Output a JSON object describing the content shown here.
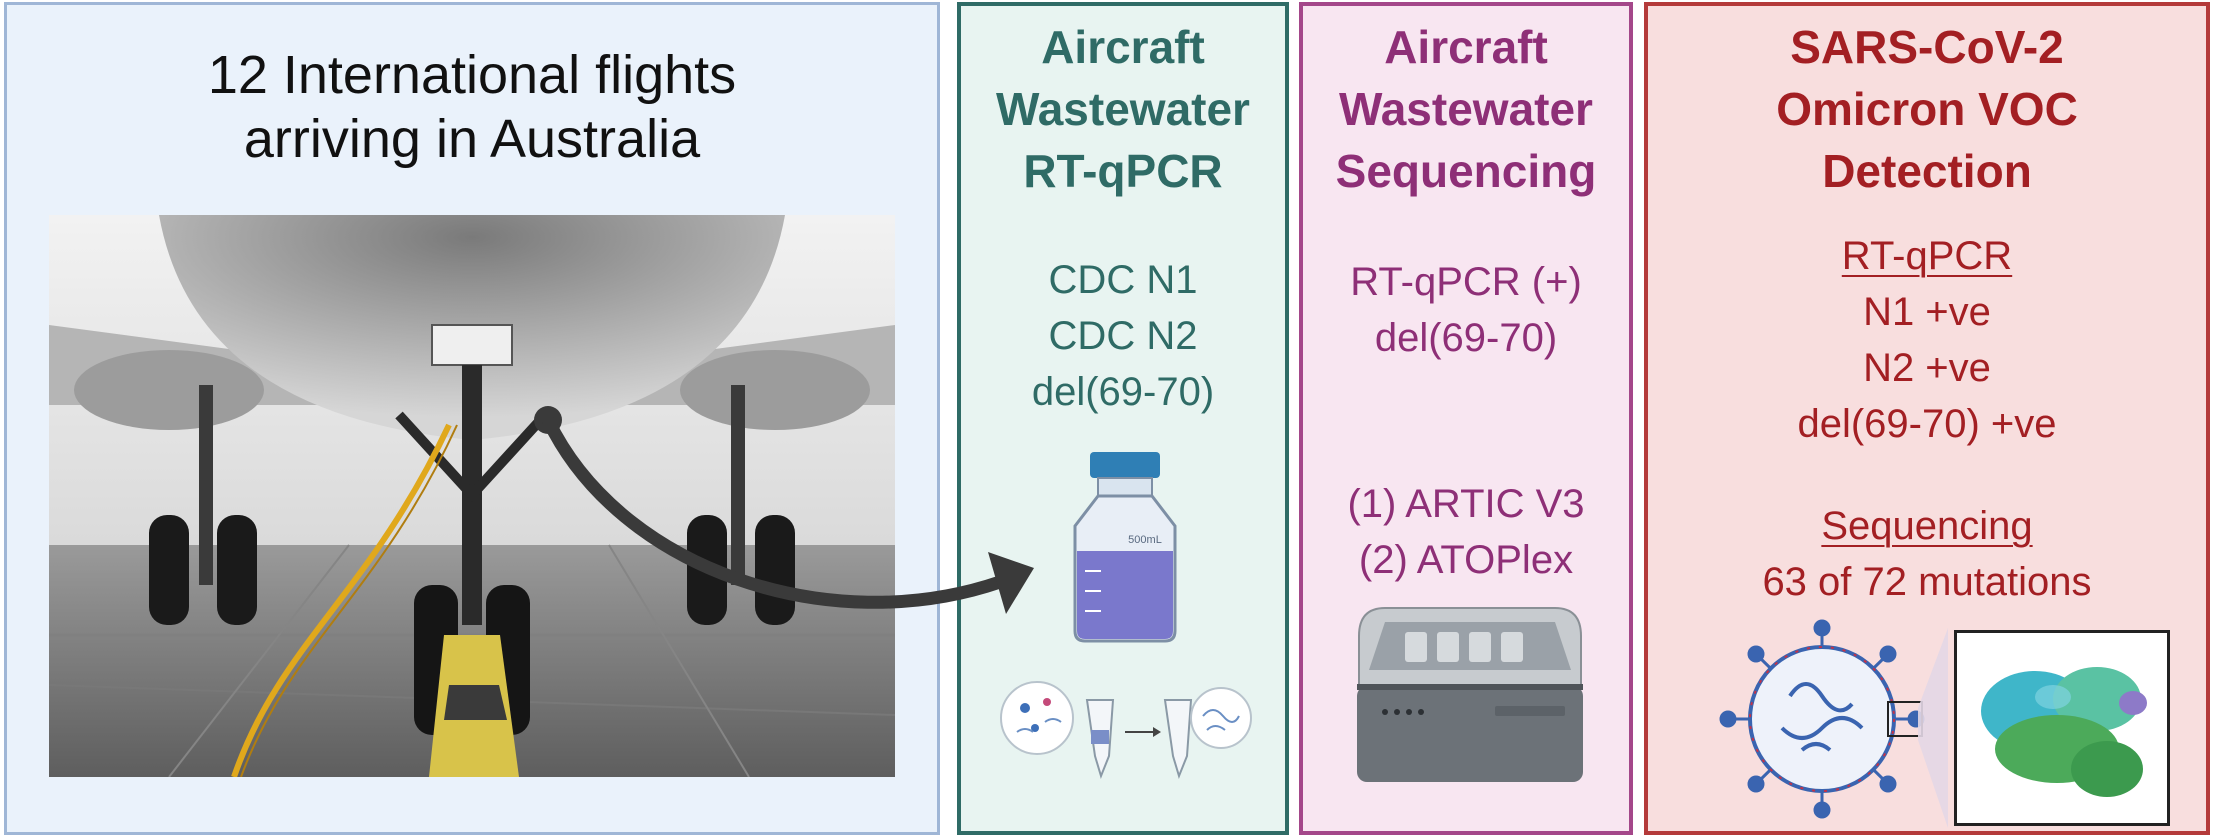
{
  "panel_flights": {
    "title_lines": [
      "12 International flights",
      "arriving in Australia"
    ]
  },
  "panel_rtqpcr": {
    "title_lines": [
      "Aircraft",
      "Wastewater",
      "RT-qPCR"
    ],
    "assays": [
      "CDC N1",
      "CDC N2",
      "del(69-70)"
    ],
    "bottle_label": "500mL"
  },
  "panel_sequencing": {
    "title_lines": [
      "Aircraft",
      "Wastewater",
      "Sequencing"
    ],
    "criteria": [
      "RT-qPCR (+)",
      "del(69-70)"
    ],
    "methods": [
      "(1) ARTIC V3",
      "(2) ATOPlex"
    ]
  },
  "panel_detection": {
    "title_lines": [
      "SARS-CoV-2",
      "Omicron VOC",
      "Detection"
    ],
    "rtqpcr_heading": "RT-qPCR",
    "rtqpcr_results": [
      "N1 +ve",
      "N2 +ve",
      "del(69-70) +ve"
    ],
    "sequencing_heading": "Sequencing",
    "sequencing_result": "63 of 72 mutations"
  },
  "colors": {
    "flights_border": "#9fb6d6",
    "rtqpcr_accent": "#2f6b66",
    "sequencing_accent": "#8e2f77",
    "detection_accent": "#a31f23"
  }
}
